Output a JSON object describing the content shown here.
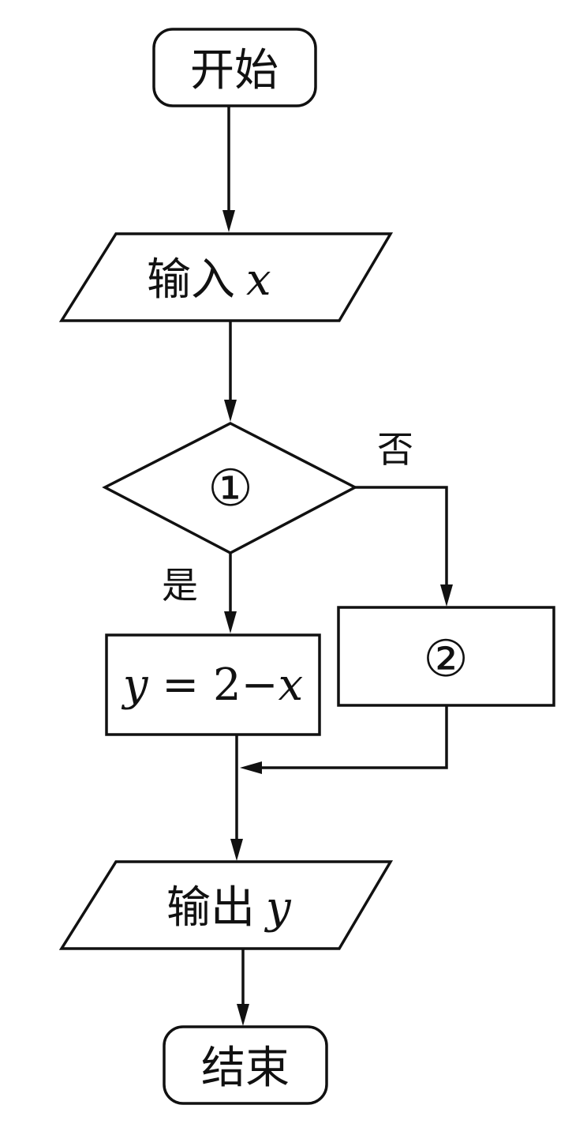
{
  "nodes": {
    "start": {
      "label": "开始"
    },
    "input": {
      "label": "输入",
      "var": "x"
    },
    "decision": {
      "label": "①"
    },
    "compute_yes": {
      "var_y": "y",
      "formula": " = 2−",
      "var_x": "x"
    },
    "compute_no": {
      "label": "②"
    },
    "output": {
      "label": "输出",
      "var": "y"
    },
    "end": {
      "label": "结束"
    }
  },
  "edges": {
    "yes_label": "是",
    "no_label": "否"
  }
}
